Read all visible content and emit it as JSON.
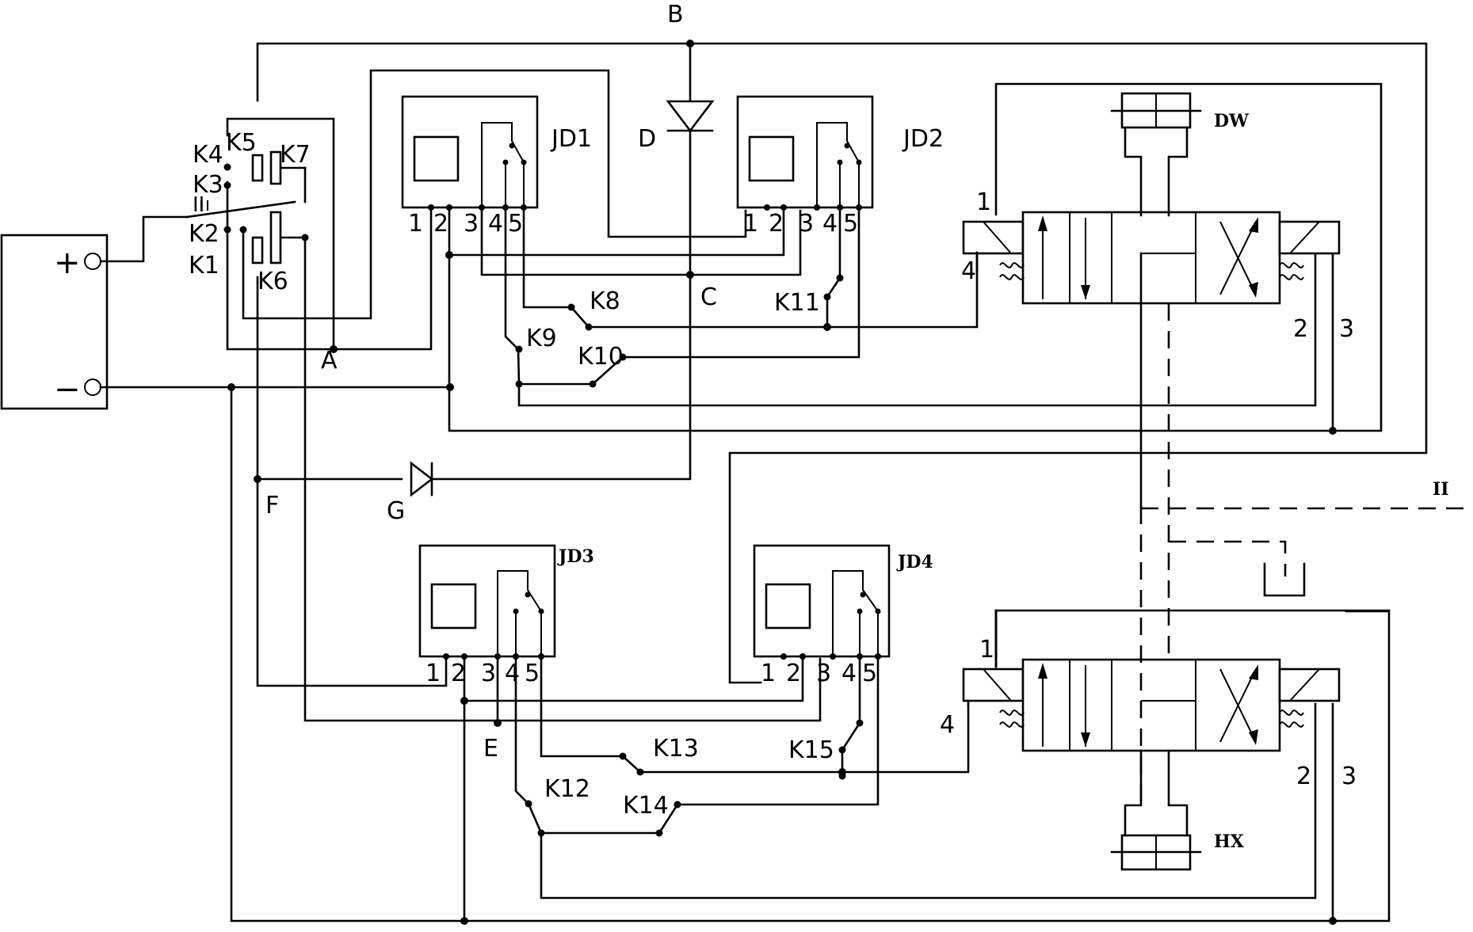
{
  "battery": {
    "plus": "+",
    "minus": "−"
  },
  "switches": {
    "k1": "K1",
    "k2": "K2",
    "k3": "K3",
    "k4": "K4",
    "k5": "K5",
    "k6": "K6",
    "k7": "K7",
    "k8": "K8",
    "k9": "K9",
    "k10": "K10",
    "k11": "K11",
    "k12": "K12",
    "k13": "K13",
    "k14": "K14",
    "k15": "K15",
    "lever_mark": "II"
  },
  "nodes": {
    "a": "A",
    "b": "B",
    "c": "C",
    "d": "D",
    "e": "E",
    "f": "F",
    "g": "G"
  },
  "relays": {
    "jd1": "JD1",
    "jd2": "JD2",
    "jd3": "JD3",
    "jd4": "JD4"
  },
  "relay_pins": [
    "1",
    "2",
    "3",
    "4",
    "5"
  ],
  "valve_ports": {
    "p1": "1",
    "p2": "2",
    "p3": "3",
    "p4": "4"
  },
  "cylinders": {
    "dw": "DW",
    "hx": "HX"
  },
  "section_mark": "II"
}
